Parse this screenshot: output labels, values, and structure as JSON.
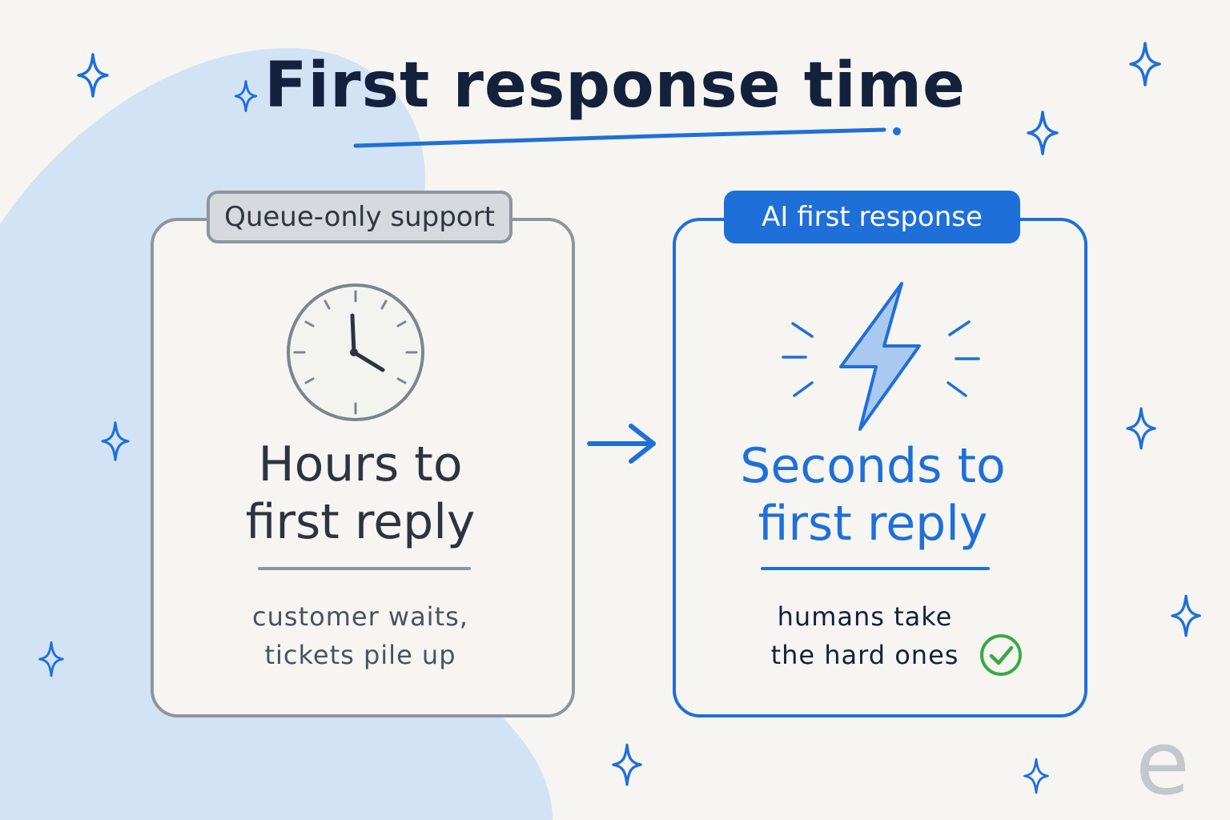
{
  "title": "First response time",
  "left_card": {
    "tag": "Queue-only support",
    "icon": "clock-icon",
    "headline_line1": "Hours to",
    "headline_line2": "first reply",
    "caption_line1": "customer waits,",
    "caption_line2": "tickets pile up"
  },
  "right_card": {
    "tag": "AI first response",
    "icon": "lightning-bolt-icon",
    "headline_line1": "Seconds to",
    "headline_line2": "first reply",
    "caption_line1": "humans take",
    "caption_line2": "the hard ones",
    "caption_icon": "check-circle-icon"
  },
  "connector_icon": "arrow-right-icon",
  "brand_logo": "e",
  "colors": {
    "accent_blue": "#1f6fd8",
    "neutral_gray": "#8f959d",
    "text_dark": "#14213d",
    "check_green": "#3aa845",
    "background": "#f6f5f1",
    "blob": "#d3e3f6"
  }
}
